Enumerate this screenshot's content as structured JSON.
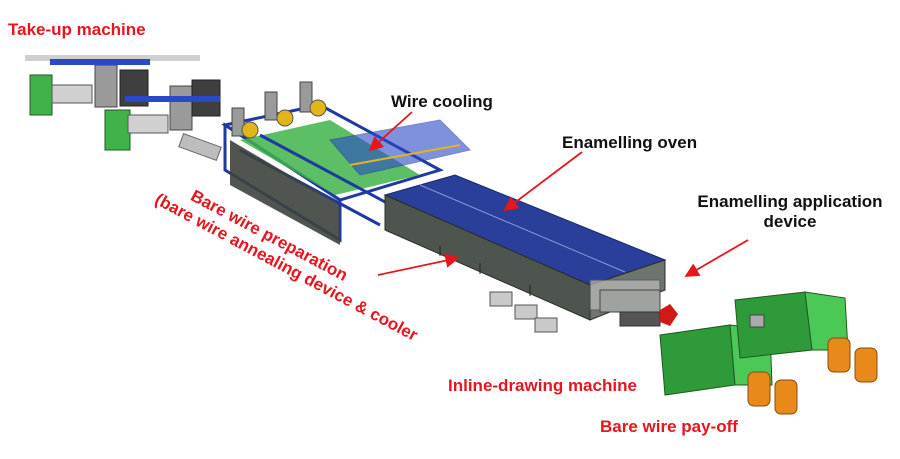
{
  "labels": {
    "takeup": "Take-up machine",
    "wire_cooling": "Wire cooling",
    "enamelling_oven": "Enamelling oven",
    "application_line1": "Enamelling application",
    "application_line2": "device",
    "bare_line1": "Bare wire preparation",
    "bare_line2": "(bare wire annealing device & cooler",
    "inline_drawing": "Inline-drawing machine",
    "payoff": "Bare wire pay-off"
  },
  "colors": {
    "label_red": "#e8141e",
    "label_black": "#111111",
    "frame_blue": "#1e3aa0",
    "panel_blue": "#2a3f9a",
    "machine_green": "#3fb34a",
    "oven_grey": "#5a5f5a",
    "payoff_orange": "#e88a1a",
    "arrow_red": "#e8141e"
  }
}
